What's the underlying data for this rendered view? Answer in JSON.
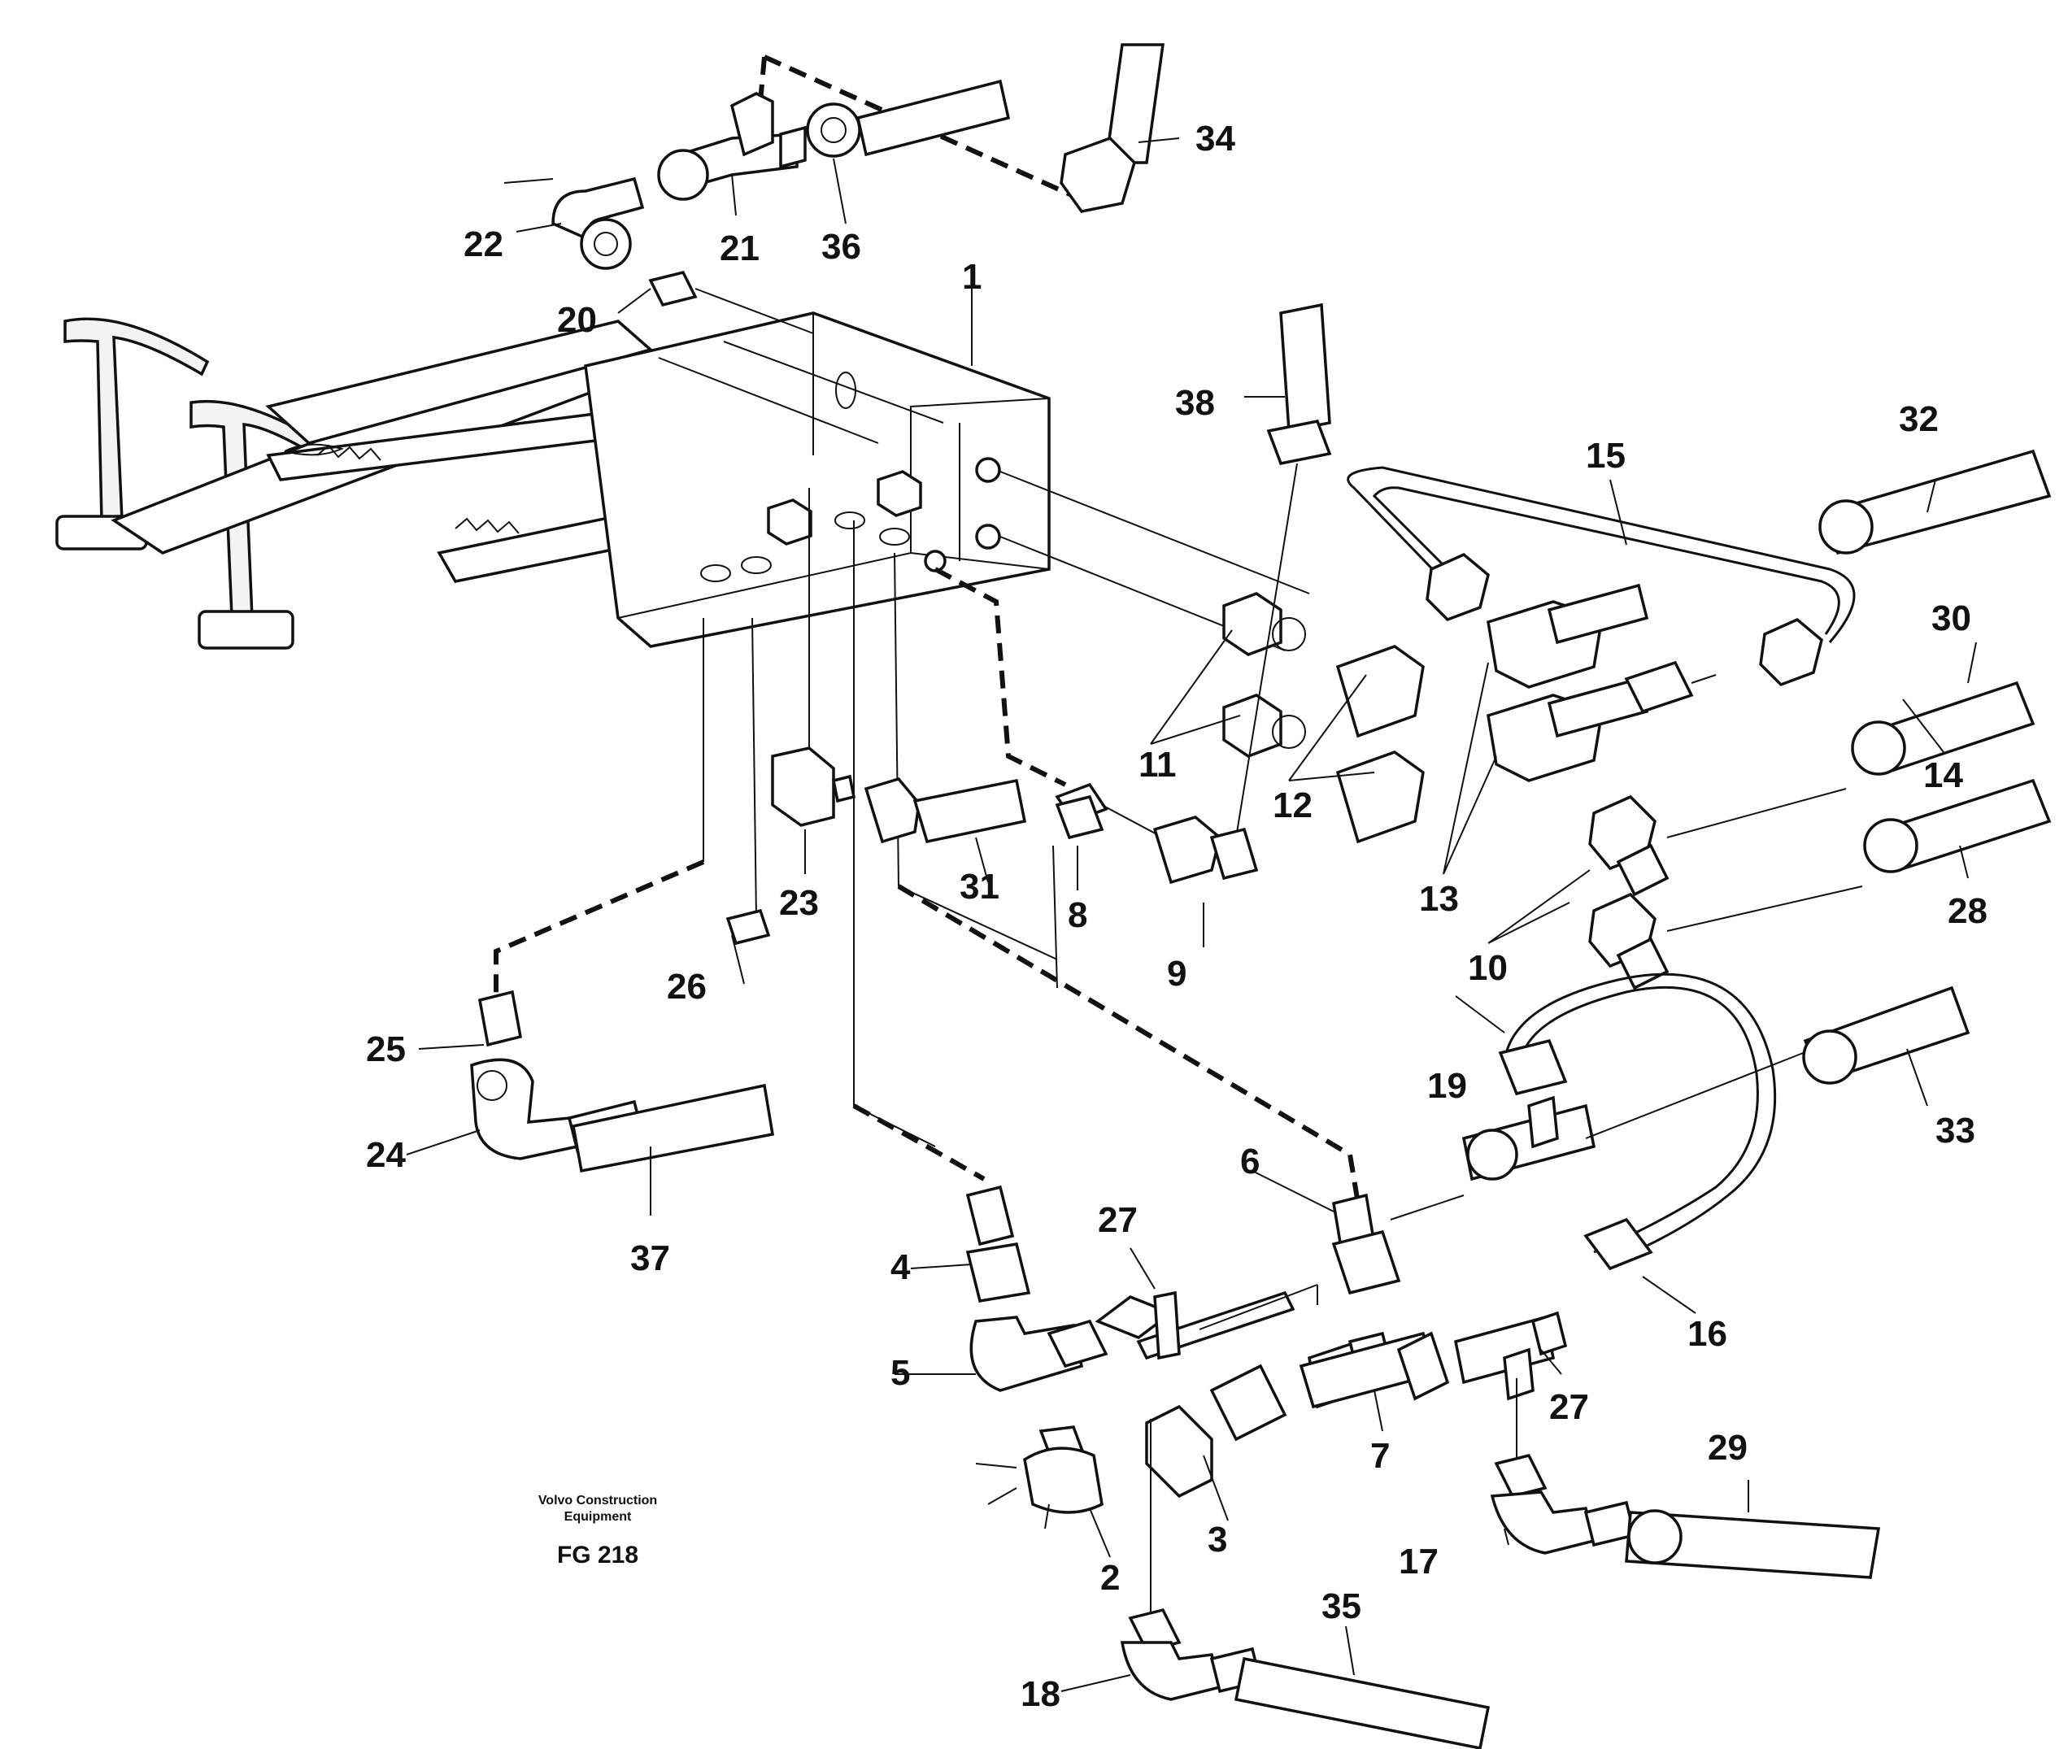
{
  "callouts": [
    {
      "id": "1",
      "label": "1"
    },
    {
      "id": "2",
      "label": "2"
    },
    {
      "id": "3",
      "label": "3"
    },
    {
      "id": "4",
      "label": "4"
    },
    {
      "id": "5",
      "label": "5"
    },
    {
      "id": "6",
      "label": "6"
    },
    {
      "id": "7",
      "label": "7"
    },
    {
      "id": "8",
      "label": "8"
    },
    {
      "id": "9",
      "label": "9"
    },
    {
      "id": "10",
      "label": "10"
    },
    {
      "id": "11",
      "label": "11"
    },
    {
      "id": "12",
      "label": "12"
    },
    {
      "id": "13",
      "label": "13"
    },
    {
      "id": "14",
      "label": "14"
    },
    {
      "id": "15",
      "label": "15"
    },
    {
      "id": "16",
      "label": "16"
    },
    {
      "id": "17",
      "label": "17"
    },
    {
      "id": "18",
      "label": "18"
    },
    {
      "id": "19",
      "label": "19"
    },
    {
      "id": "20",
      "label": "20"
    },
    {
      "id": "21",
      "label": "21"
    },
    {
      "id": "22",
      "label": "22"
    },
    {
      "id": "23",
      "label": "23"
    },
    {
      "id": "24",
      "label": "24"
    },
    {
      "id": "25",
      "label": "25"
    },
    {
      "id": "26",
      "label": "26"
    },
    {
      "id": "27a",
      "label": "27"
    },
    {
      "id": "27b",
      "label": "27"
    },
    {
      "id": "28",
      "label": "28"
    },
    {
      "id": "29",
      "label": "29"
    },
    {
      "id": "30",
      "label": "30"
    },
    {
      "id": "31",
      "label": "31"
    },
    {
      "id": "32",
      "label": "32"
    },
    {
      "id": "33",
      "label": "33"
    },
    {
      "id": "34",
      "label": "34"
    },
    {
      "id": "35",
      "label": "35"
    },
    {
      "id": "36",
      "label": "36"
    },
    {
      "id": "37",
      "label": "37"
    },
    {
      "id": "38",
      "label": "38"
    }
  ],
  "footer": {
    "brand_line1": "Volvo Construction",
    "brand_line2": "Equipment",
    "figure_code": "FG 218"
  }
}
